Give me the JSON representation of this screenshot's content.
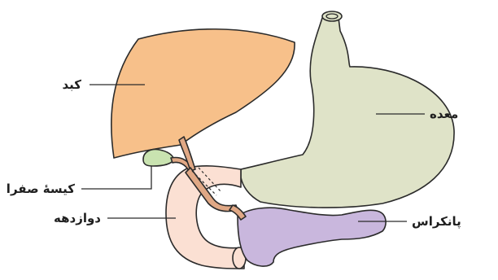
{
  "labels": {
    "liver": "کبد",
    "stomach": "معده",
    "gallbladder": "کیسهٔ صفرا",
    "duodenum": "دوازدهه",
    "pancreas": "پانکراس"
  },
  "colors": {
    "liver": "#f7c08a",
    "stomach": "#dfe3c8",
    "gallbladder": "#c9e3b0",
    "duodenum": "#fbe0d3",
    "pancreas": "#c9b7dd",
    "bile_duct": "#e0a885",
    "outline": "#2b2b2b"
  }
}
